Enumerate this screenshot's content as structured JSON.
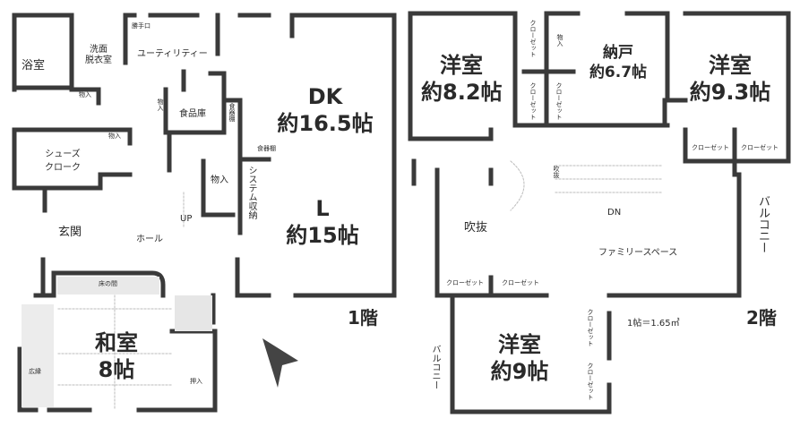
{
  "floor1": {
    "floor_label": "1階",
    "rooms": {
      "bath": "浴室",
      "washroom": "洗面\n脱衣室",
      "back_door": "勝手口",
      "utility": "ユーティリティー",
      "storage_small1": "物入",
      "storage_small2": "物入",
      "shoe_cloak": "シューズ\nクローク",
      "storage_pantry_side": "物入",
      "pantry": "食品庫",
      "dish_shelf": "食器棚",
      "dish_shelf2": "食器棚",
      "storage": "物入",
      "system_storage": "システム収納",
      "up": "UP",
      "entrance": "玄関",
      "hall": "ホール",
      "dk_name": "DK",
      "dk_size": "約16.5帖",
      "l_name": "L",
      "l_size": "約15帖",
      "tokonoma": "床の間",
      "washitsu_name": "和室",
      "washitsu_size": "8帖",
      "engawa": "広縁",
      "oshiire": "押入"
    }
  },
  "floor2": {
    "floor_label": "2階",
    "scale_note": "1帖＝1.65㎡",
    "rooms": {
      "west_room_name": "洋室",
      "west_room_size": "約8.2帖",
      "closet_a": "クローゼット",
      "closet_b": "クローゼット",
      "closet_c": "クローゼット",
      "storage": "物入",
      "nando_name": "納戸",
      "nando_size": "約6.7帖",
      "east_room_name": "洋室",
      "east_room_size": "約9.3帖",
      "closet_d": "クローゼット",
      "closet_e": "クローゼット",
      "void_small": "吹抜",
      "dn": "DN",
      "void": "吹抜",
      "family_space": "ファミリースペース",
      "balcony_right": "バルコニー",
      "closet_f": "クローゼット",
      "closet_g": "クローゼット",
      "balcony_left": "バルコニー",
      "south_room_name": "洋室",
      "south_room_size": "約9帖",
      "closet_h": "クローゼット",
      "closet_i": "クローゼット"
    }
  },
  "icons": {
    "compass": "north-arrow-icon"
  }
}
